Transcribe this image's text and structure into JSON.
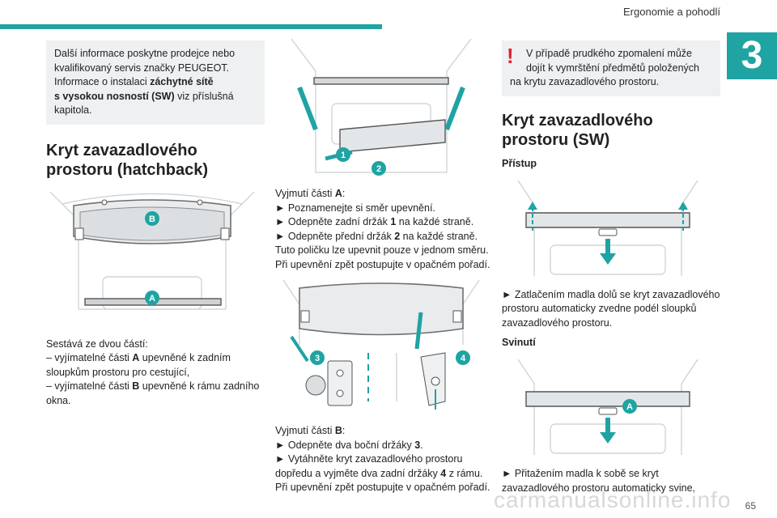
{
  "header": {
    "title": "Ergonomie a pohodlí",
    "chapter": "3"
  },
  "col1": {
    "info": {
      "line1": "Další informace poskytne prodejce nebo",
      "line2": "kvalifikovaný servis značky PEUGEOT.",
      "line3_a": "Informace o instalaci ",
      "line3_b": "záchytné sítě",
      "line4_b": "s vysokou nosností (SW)",
      "line4_a": " viz příslušná",
      "line5": "kapitola."
    },
    "heading_l1": "Kryt zavazadlového",
    "heading_l2": "prostoru (hatchback)",
    "fig": {
      "label_b": "B",
      "label_a": "A"
    },
    "text": {
      "l1": "Sestává ze dvou částí:",
      "l2_a": "–  vyjímatelné části ",
      "l2_b": "A",
      "l2_c": " upevněné k zadním",
      "l3": "sloupkům prostoru pro cestující,",
      "l4_a": "–  vyjímatelné části ",
      "l4_b": "B",
      "l4_c": " upevněné k rámu zadního",
      "l5": "okna."
    }
  },
  "col2": {
    "fig1": {
      "n1": "1",
      "n2": "2"
    },
    "text1": {
      "l1_a": "Vyjmutí části ",
      "l1_b": "A",
      "l1_c": ":",
      "l2": "► Poznamenejte si směr upevnění.",
      "l3_a": "► Odepněte zadní držák ",
      "l3_b": "1",
      "l3_c": " na každé straně.",
      "l4_a": "► Odepněte přední držák ",
      "l4_b": "2",
      "l4_c": " na každé straně.",
      "l5": "Tuto poličku lze upevnit pouze v jednom směru.",
      "l6": "Při upevnění zpět postupujte v opačném pořadí."
    },
    "fig2": {
      "n3": "3",
      "n4": "4"
    },
    "text2": {
      "l1_a": "Vyjmutí části ",
      "l1_b": "B",
      "l1_c": ":",
      "l2_a": "► Odepněte dva boční držáky ",
      "l2_b": "3",
      "l2_c": ".",
      "l3": "► Vytáhněte kryt zavazadlového prostoru",
      "l4_a": "dopředu a vyjměte dva zadní držáky ",
      "l4_b": "4",
      "l4_c": " z rámu.",
      "l5": "Při upevnění zpět postupujte v opačném pořadí."
    }
  },
  "col3": {
    "warn": {
      "mark": "!",
      "l1": "V případě prudkého zpomalení může",
      "l2": "dojít k vymrštění předmětů položených",
      "l3": "na krytu zavazadlového prostoru."
    },
    "heading_l1": "Kryt zavazadlového",
    "heading_l2": "prostoru (SW)",
    "sub1": "Přístup",
    "text1": {
      "l1": "► Zatlačením madla dolů se kryt zavazadlového",
      "l2": "prostoru automaticky zvedne podél sloupků",
      "l3": "zavazadlového prostoru."
    },
    "sub2": "Svinutí",
    "fig2": {
      "label_a": "A"
    },
    "text2": {
      "l1": "► Přitažením madla k sobě se kryt",
      "l2": "zavazadlového prostoru automaticky svine."
    }
  },
  "footer": {
    "page": "65",
    "watermark": "carmanualsonline.info"
  },
  "colors": {
    "accent": "#1fa3a3",
    "warning": "#e0212e",
    "box": "#eef0f1"
  }
}
